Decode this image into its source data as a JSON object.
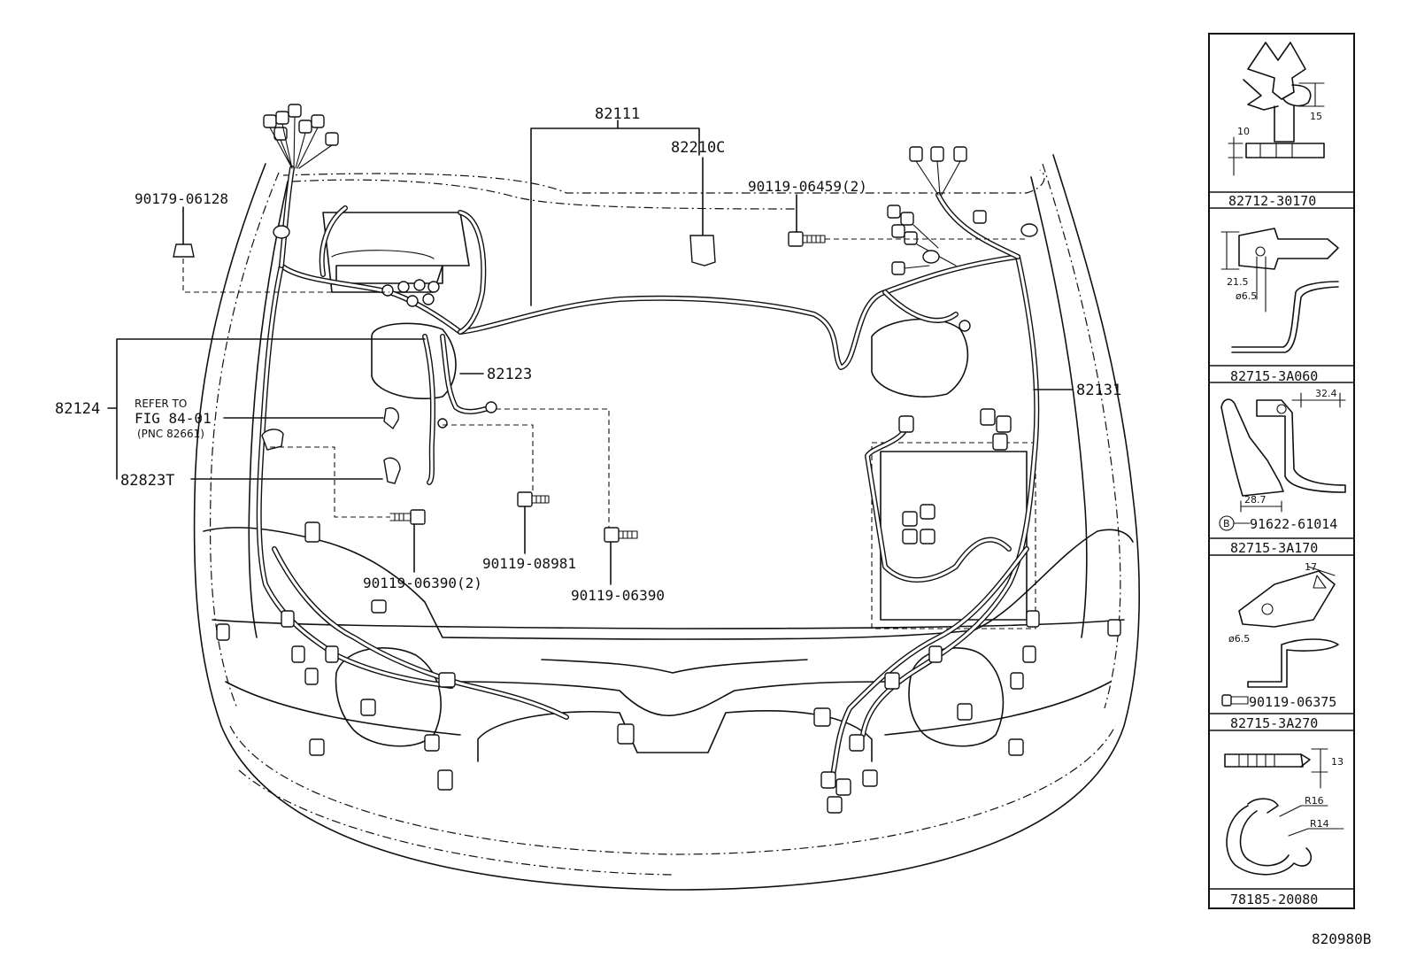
{
  "callouts": {
    "main_harness": "82111",
    "connector_c": "82210C",
    "bolt_top_right": "90119-06459(2)",
    "nut_top_left": "90179-06128",
    "wire_82123": "82123",
    "wire_82124": "82124",
    "refer_line1": "REFER TO",
    "refer_line2": "FIG 84-01",
    "refer_line3": "(PNC 82661)",
    "part_82823T": "82823T",
    "wire_82131": "82131",
    "bolt_08981": "90119-08981",
    "bolt_06390_2": "90119-06390(2)",
    "bolt_06390": "90119-06390"
  },
  "side_panel": {
    "clips": [
      {
        "part": "82712-30170",
        "dims": [
          "15",
          "10"
        ]
      },
      {
        "part": "82715-3A060",
        "dims": [
          "21.5",
          "ø6.5"
        ]
      },
      {
        "part": "82715-3A170",
        "dims": [
          "32.4",
          "28.7"
        ],
        "bolt_marker": "B",
        "bolt": "91622-61014"
      },
      {
        "part": "82715-3A270",
        "dims": [
          "17",
          "ø6.5"
        ],
        "bolt": "90119-06375"
      },
      {
        "part": "78185-20080",
        "dims": [
          "13",
          "R16",
          "R14"
        ]
      }
    ]
  },
  "figure_code": "820980B",
  "colors": {
    "ink": "#111111",
    "paper": "#ffffff"
  }
}
